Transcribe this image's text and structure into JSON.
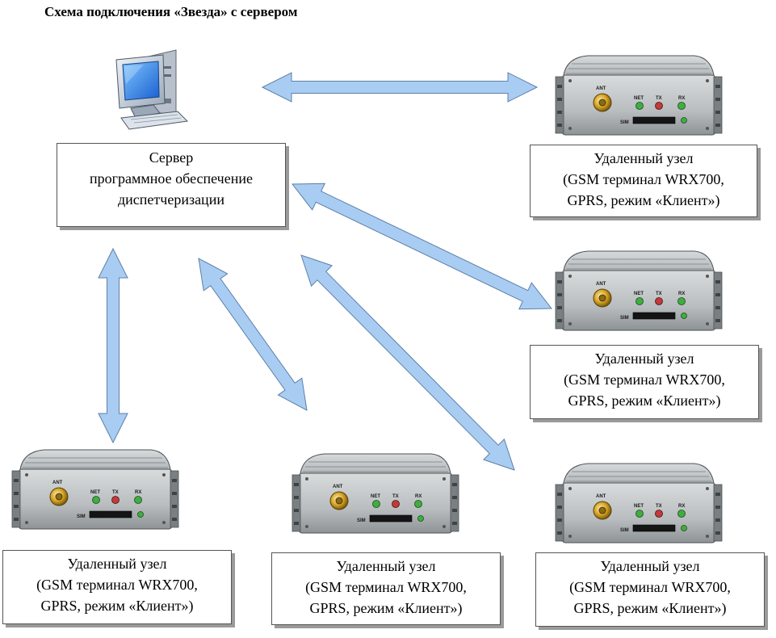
{
  "title": "Схема подключения «Звезда» с сервером",
  "server": {
    "line1": "Сервер",
    "line2": "программное обеспечение",
    "line3": "диспетчеризации",
    "icon": "computer-icon"
  },
  "node_text": {
    "line1": "Удаленный узел",
    "line2": "(GSM терминал WRX700,",
    "line3": "GPRS, режим «Клиент»)"
  },
  "device_labels": {
    "ant": "ANT",
    "net": "NET",
    "tx": "TX",
    "rx": "RX",
    "sim": "SIM"
  },
  "colors": {
    "arrow_fill": "#a9cdf2",
    "arrow_stroke": "#5d7fa8",
    "led_green": "#3fae3f",
    "led_red": "#c23a3a"
  }
}
